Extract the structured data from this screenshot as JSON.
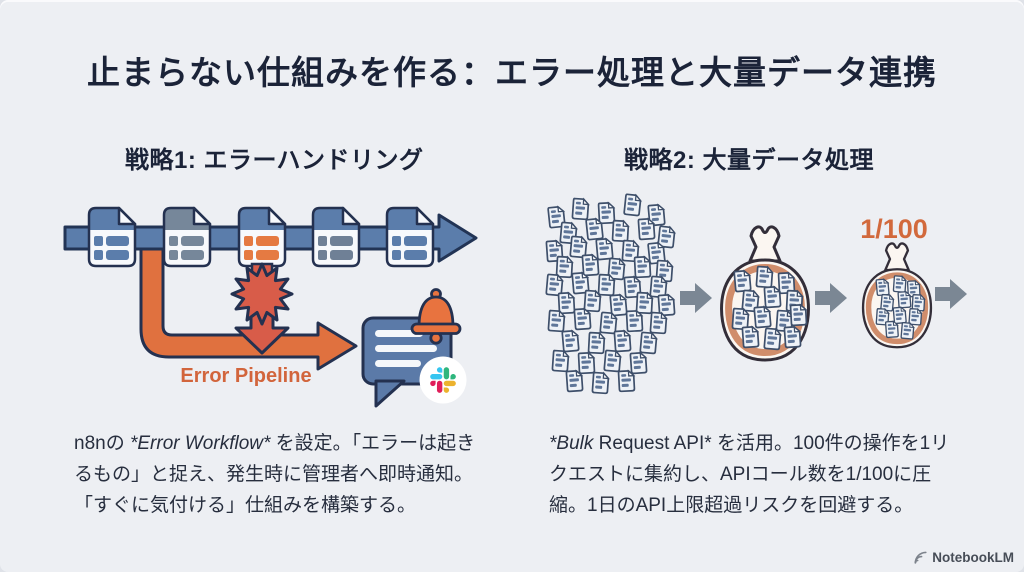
{
  "title": "止まらない仕組みを作る：エラー処理と大量データ連携",
  "sections": {
    "left": {
      "header": "戦略1: エラーハンドリング",
      "pipeline_label": "Error Pipeline",
      "description": {
        "prefix": "n8nの ",
        "emphasis": "*Error Workflow*",
        "suffix": " を設定。「エラーは起きるもの」と捉え、発生時に管理者へ即時通知。「すぐに気付ける」仕組みを構築する。"
      },
      "icons": [
        "workflow-document-node-icon",
        "error-burst-icon",
        "error-down-arrow-icon",
        "error-pipeline-arrow-icon",
        "chat-message-icon",
        "notification-bell-icon",
        "slack-icon"
      ]
    },
    "right": {
      "header": "戦略2: 大量データ処理",
      "ratio_label": "1/100",
      "description": {
        "emphasis": "*Bulk",
        "mid": " Request API* ",
        "suffix": "を活用。100件の操作を1リクエストに集約し、APIコール数を1/100に圧縮。1日のAPI上限超過リスクを回避する。"
      },
      "icons": [
        "document-cluster-icon",
        "flow-arrow-icon",
        "bulk-bag-icon",
        "compressed-bag-icon"
      ]
    }
  },
  "watermark": {
    "label": "NotebookLM",
    "icon": "notebooklm-logo-icon"
  },
  "colors": {
    "background": "#edeff3",
    "heading_text": "#1b2338",
    "body_text": "#272e3e",
    "accent_orange": "#e0713f",
    "error_red": "#d85c49",
    "steel_blue": "#5b7dab",
    "node_gray": "#76879a",
    "flow_arrow_gray": "#7b8794",
    "bag_ring": "#d08d6b",
    "slack_blue": "#36C5F0",
    "slack_green": "#2EB67D",
    "slack_red": "#E01E5A",
    "slack_yellow": "#ECB22E"
  }
}
